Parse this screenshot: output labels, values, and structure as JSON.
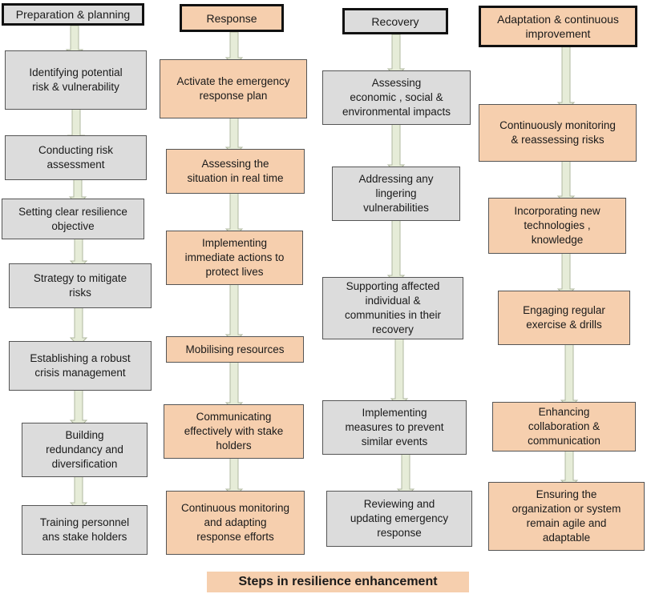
{
  "columns": [
    {
      "header": "Preparation & planning",
      "style": "gray",
      "steps": [
        "Identifying potential\nrisk & vulnerability",
        "Conducting risk\nassessment",
        "Setting clear resilience\nobjective",
        "Strategy to mitigate\nrisks",
        "Establishing a robust\ncrisis management",
        "Building\nredundancy and\ndiversification",
        "Training personnel\nans stake holders"
      ]
    },
    {
      "header": "Response",
      "style": "peach",
      "steps": [
        "Activate the emergency\nresponse plan",
        "Assessing the\nsituation in real time",
        "Implementing\nimmediate actions to\nprotect lives",
        "Mobilising resources",
        "Communicating\neffectively with stake\nholders",
        "Continuous monitoring\nand adapting\nresponse efforts"
      ]
    },
    {
      "header": "Recovery",
      "style": "gray",
      "steps": [
        "Assessing\neconomic , social &\nenvironmental impacts",
        "Addressing any\nlingering\nvulnerabilities",
        "Supporting affected\nindividual &\ncommunities in their\nrecovery",
        "Implementing\nmeasures to prevent\nsimilar events",
        "Reviewing and\nupdating emergency\nresponse"
      ]
    },
    {
      "header": "Adaptation & continuous\nimprovement",
      "style": "peach",
      "steps": [
        "Continuously monitoring\n& reassessing risks",
        "Incorporating new\ntechnologies ,\nknowledge",
        "Engaging regular\nexercise & drills",
        "Enhancing\ncollaboration &\ncommunication",
        "Ensuring the\norganization or system\nremain agile and\nadaptable"
      ]
    }
  ],
  "footer": "Steps in resilience enhancement",
  "colors": {
    "gray_box": "#dcdcdc",
    "peach_box": "#f6cfae",
    "arrow_fill": "#e6ecd8",
    "arrow_stroke": "#b0b8a0"
  }
}
